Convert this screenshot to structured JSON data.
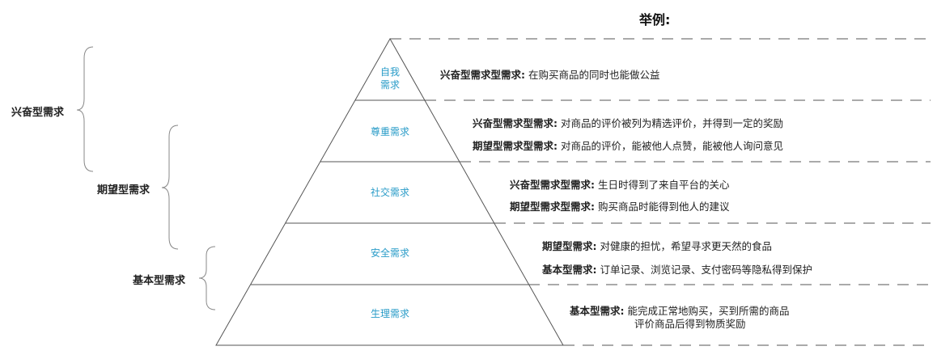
{
  "heading": "举例:",
  "categories": {
    "excitement": "兴奋型需求",
    "expected": "期望型需求",
    "basic": "基本型需求"
  },
  "levels": {
    "self": [
      "自我",
      "需求"
    ],
    "esteem": "尊重需求",
    "social": "社交需求",
    "safety": "安全需求",
    "physio": "生理需求"
  },
  "examples": {
    "self_1_label": "兴奋型需求型需求:",
    "self_1_text": "在购买商品的同时也能做公益",
    "esteem_1_label": "兴奋型需求型需求:",
    "esteem_1_text": "对商品的评价被列为精选评价，并得到一定的奖励",
    "esteem_2_label": "期望型需求型需求:",
    "esteem_2_text": "对商品的评价，能被他人点赞，能被他人询问意见",
    "social_1_label": "兴奋型需求型需求:",
    "social_1_text": "生日时得到了来自平台的关心",
    "social_2_label": "期望型需求型需求:",
    "social_2_text": "购买商品时能得到他人的建议",
    "safety_1_label": "期望型需求:",
    "safety_1_text": "对健康的担忧，希望寻求更天然的食品",
    "safety_2_label": "基本型需求:",
    "safety_2_text": "订单记录、浏览记录、支付密码等隐私得到保护",
    "physio_1_label": "基本型需求:",
    "physio_1_text": "能完成正常地购买，买到所需的商品",
    "physio_1_text2": "评价商品后得到物质奖励"
  }
}
